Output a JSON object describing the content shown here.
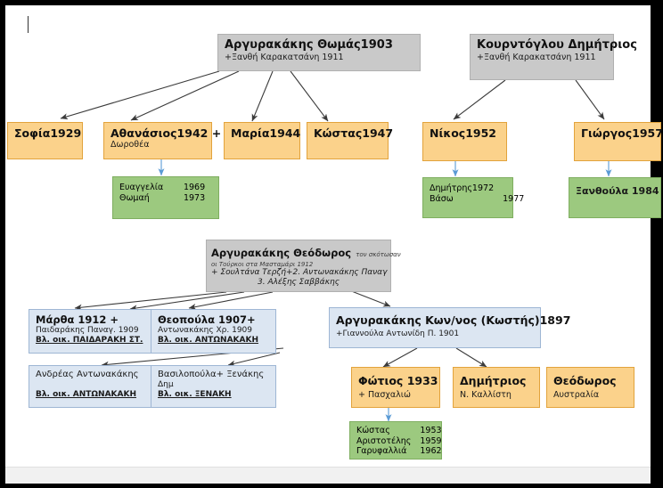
{
  "window": {
    "title_caret": ""
  },
  "diagram": {
    "type": "family-tree",
    "nodes": [
      {
        "id": "thomas1903",
        "name": "node-argyrakakis-thomas-1903",
        "color": "grey",
        "title": "Αργυρακάκης Θωμάς1903",
        "lines": [
          "+Ξανθή Καρακατσάνη 1911"
        ]
      },
      {
        "id": "kourntoglou",
        "name": "node-kourntoglou-dimitrios",
        "color": "grey",
        "title": "Κουρντόγλου Δημήτριος",
        "lines": [
          "+Ξανθή Καρακατσάνη   1911"
        ]
      },
      {
        "id": "sofia1929",
        "name": "node-sofia-1929",
        "color": "orange",
        "title": "Σοφία1929",
        "lines": []
      },
      {
        "id": "athanasios1942",
        "name": "node-athanasios-1942",
        "color": "orange",
        "title": "Αθανάσιος1942 +",
        "lines": [
          "Δωροθέα"
        ]
      },
      {
        "id": "maria1944",
        "name": "node-maria-1944",
        "color": "orange",
        "title": "Μαρία1944",
        "lines": []
      },
      {
        "id": "kostas1947",
        "name": "node-kostas-1947",
        "color": "orange",
        "title": "Κώστας1947",
        "lines": []
      },
      {
        "id": "nikos1952",
        "name": "node-nikos-1952",
        "color": "orange",
        "title": "Νίκος1952",
        "lines": []
      },
      {
        "id": "giorgos1957",
        "name": "node-giorgos-1957",
        "color": "orange",
        "title": "Γιώργος1957",
        "lines": []
      },
      {
        "id": "evangelia",
        "name": "node-evangelia-thomai",
        "color": "green",
        "rows": [
          {
            "label": "Ευαγγελία",
            "year": "1969"
          },
          {
            "label": "Θωμαή",
            "year": "1973"
          }
        ]
      },
      {
        "id": "dimitris1972",
        "name": "node-dimitris-vaso",
        "color": "green",
        "rows": [
          {
            "label": "Δημήτρης1972",
            "year": ""
          },
          {
            "label": "Βάσω",
            "year": "1977"
          }
        ]
      },
      {
        "id": "xanthoula1984",
        "name": "node-xanthoula-1984",
        "color": "green",
        "rows": [
          {
            "label": "Ξανθούλα 1984",
            "year": ""
          }
        ]
      },
      {
        "id": "theodoros",
        "name": "node-argyrakakis-theodoros",
        "color": "grey",
        "title": "Αργυρακάκης Θεόδωρος",
        "title_note": "τον σκότωσαν",
        "lines": [
          "οι Τούρκοι στα Μασταμάρι 1912",
          "+ Σουλτάνα Τερζή+2. Αντωνακάκης Παναγ",
          "3. Αλέξης Σαββάκης"
        ]
      },
      {
        "id": "martha1912",
        "name": "node-martha-1912",
        "color": "blue",
        "title": "Μάρθα 1912 +",
        "lines": [
          "Παιδαράκης Παναγ. 1909"
        ],
        "ref": "Βλ. οικ. ΠΑΙΔΑΡΑΚΗ ΣΤ."
      },
      {
        "id": "theopoula1907",
        "name": "node-theopoula-1907",
        "color": "blue",
        "title": "Θεοπούλα 1907+",
        "lines": [
          "Αντωνακάκης Χρ. 1909"
        ],
        "ref": "Βλ. οικ. ΑΝΤΩΝΑΚΑΚΗ"
      },
      {
        "id": "andreas",
        "name": "node-andreas-antonakakis",
        "color": "blue",
        "title_plain": "Ανδρέας Αντωνακάκης",
        "ref": "Βλ. οικ. ΑΝΤΩΝΑΚΑΚΗ"
      },
      {
        "id": "vasilopoula",
        "name": "node-vasilopoula-xenakis",
        "color": "blue",
        "title_plain": "Βασιλοπούλα+ Ξενάκης",
        "lines": [
          "Δημ"
        ],
        "ref": "Βλ. οικ. ΞΕΝΑΚΗ"
      },
      {
        "id": "konnos1897",
        "name": "node-argyrakakis-konnos-1897",
        "color": "blue",
        "title": "Αργυρακάκης Κων/νος (Κωστής)1897",
        "lines": [
          "+Γιαννούλα Αντωνίδη Π. 1901"
        ]
      },
      {
        "id": "fotios1933",
        "name": "node-fotios-1933",
        "color": "orange",
        "title": "Φώτιος 1933",
        "lines": [
          "+ Πασχαλιώ"
        ]
      },
      {
        "id": "dimitrios",
        "name": "node-dimitrios-kallisti",
        "color": "orange",
        "title": "Δημήτριος",
        "lines": [
          "Ν. Καλλίστη"
        ]
      },
      {
        "id": "theodoros2",
        "name": "node-theodoros-australia",
        "color": "orange",
        "title": "Θεόδωρος",
        "lines": [
          "Αυστραλία"
        ]
      },
      {
        "id": "kostas1953",
        "name": "node-kostas-aristotelis-garyfallia",
        "color": "green",
        "rows": [
          {
            "label": "Κώστας",
            "year": "1953"
          },
          {
            "label": "Αριστοτέλης",
            "year": "1959"
          },
          {
            "label": "Γαρυφαλλιά",
            "year": "1962"
          }
        ]
      }
    ],
    "colors": {
      "orange_fill": "#fbd28b",
      "orange_stroke": "#e2a33c",
      "grey_fill": "#c9c9c9",
      "grey_stroke": "#b0b0b0",
      "green_fill": "#9cc97f",
      "green_stroke": "#7fae60",
      "blue_fill": "#dce6f2",
      "blue_stroke": "#9eb6d4",
      "connector_dark": "#3b3b3b",
      "connector_light": "#5b9bd5"
    }
  }
}
